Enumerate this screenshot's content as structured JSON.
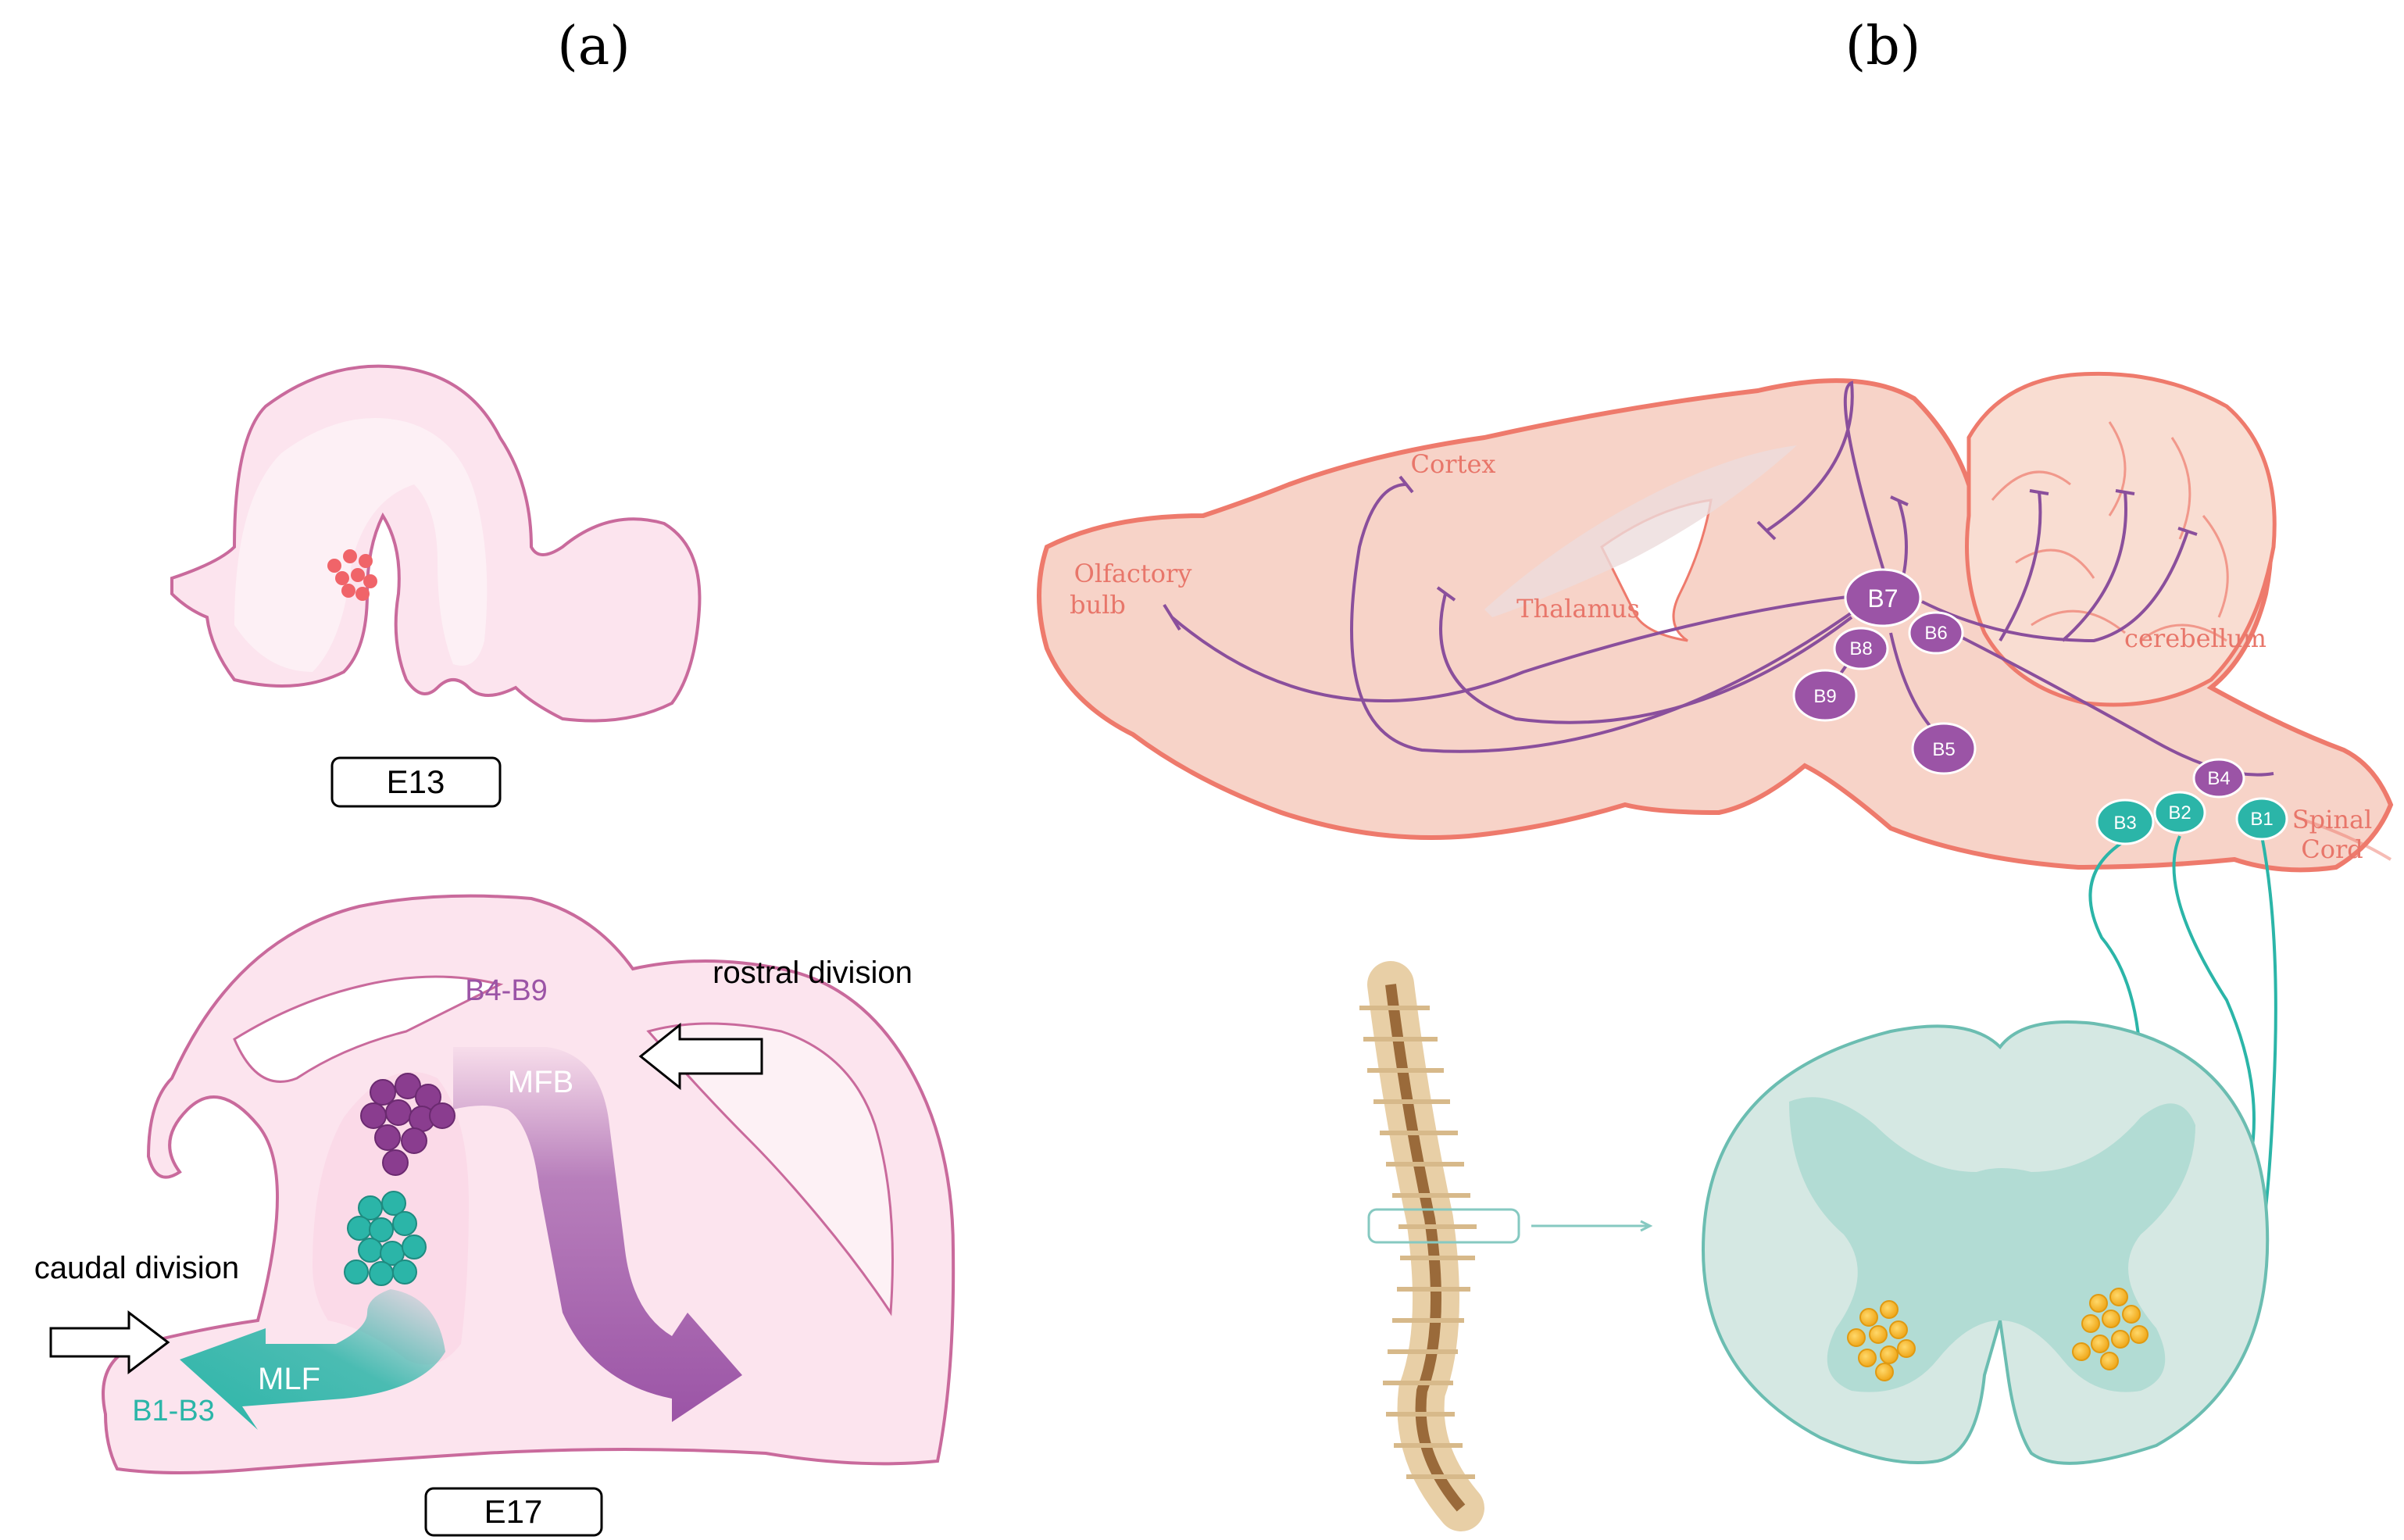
{
  "panels": {
    "a": "(a)",
    "b": "(b)"
  },
  "panel_a": {
    "stage_top": "E13",
    "stage_bottom": "E17",
    "rostral": "rostral division",
    "caudal": "caudal division",
    "group_rostral": "B4-B9",
    "group_caudal": "B1-B3",
    "tract_rostral": "MFB",
    "tract_caudal": "MLF"
  },
  "panel_b": {
    "regions": {
      "cortex": "Cortex",
      "olfactory_1": "Olfactory",
      "olfactory_2": "bulb",
      "thalamus": "Thalamus",
      "cerebellum": "cerebellum",
      "spinal_1": "Spinal",
      "spinal_2": "Cord"
    },
    "nuclei": {
      "b7": "B7",
      "b8": "B8",
      "b6": "B6",
      "b9": "B9",
      "b5": "B5",
      "b4": "B4",
      "b3": "B3",
      "b2": "B2",
      "b1": "B1"
    }
  },
  "colors": {
    "embryo_fill": "#fce4ee",
    "embryo_stroke": "#c96a9c",
    "purple": "#9b54a6",
    "teal": "#2bb5a8",
    "brain_fill": "#f7d3c8",
    "brain_stroke": "#ee7a6c",
    "cord_fill": "#d5e8e3",
    "yellow": "#f4b62b"
  }
}
